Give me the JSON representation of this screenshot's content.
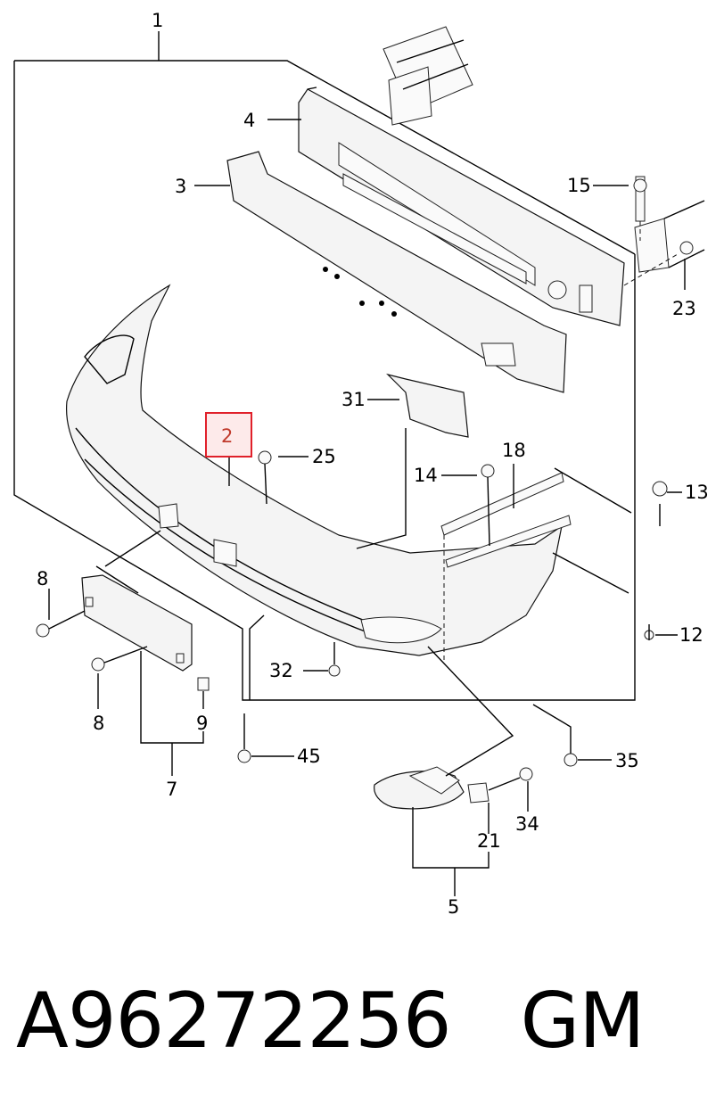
{
  "diagram": {
    "callouts": {
      "c1": "1",
      "c2": "2",
      "c3": "3",
      "c4": "4",
      "c5": "5",
      "c7": "7",
      "c8a": "8",
      "c8b": "8",
      "c9": "9",
      "c12": "12",
      "c13": "13",
      "c14": "14",
      "c15": "15",
      "c18": "18",
      "c21a": "21",
      "c23": "23",
      "c25": "25",
      "c31": "31",
      "c32": "32",
      "c34": "34",
      "c35": "35",
      "c45": "45"
    },
    "highlighted_callout": "2",
    "highlight_color": "#e0202a"
  },
  "caption": {
    "part_number": "A96272256",
    "brand": "GM"
  }
}
